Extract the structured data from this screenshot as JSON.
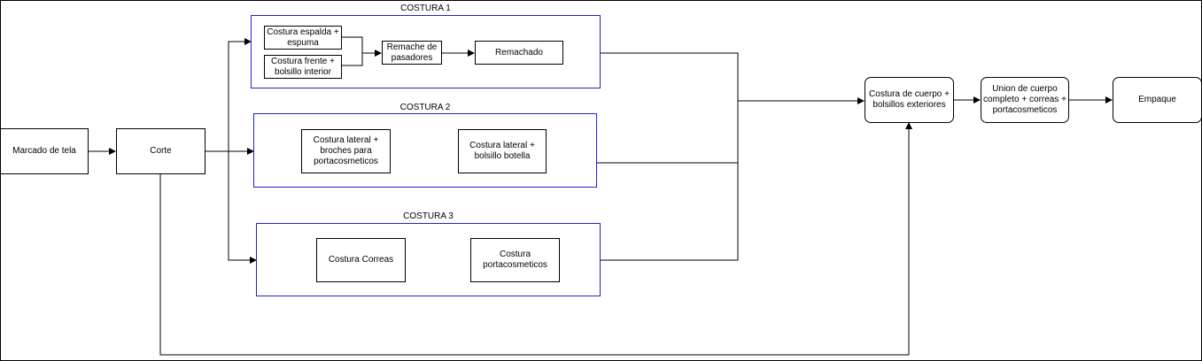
{
  "groups": {
    "costura1": {
      "title": "COSTURA 1"
    },
    "costura2": {
      "title": "COSTURA 2"
    },
    "costura3": {
      "title": "COSTURA 3"
    }
  },
  "nodes": {
    "marcado": "Marcado de tela",
    "corte": "Corte",
    "espalda": "Costura espalda +\nespuma",
    "frente": "Costura frente +\nbolsillo interior",
    "remache_pasadores": "Remache de\npasadores",
    "remachado": "Remachado",
    "lateral_broches": "Costura lateral +\nbroches para\nportacosmeticos",
    "lateral_botella": "Costura lateral +\nbolsillo botella",
    "correas": "Costura Correas",
    "portacosmeticos": "Costura\nportacosmeticos",
    "cuerpo": "Costura de cuerpo +\nbolsillos exteriores",
    "union": "Union de cuerpo\ncompleto + correas +\nportacosmeticos",
    "empaque": "Empaque"
  }
}
